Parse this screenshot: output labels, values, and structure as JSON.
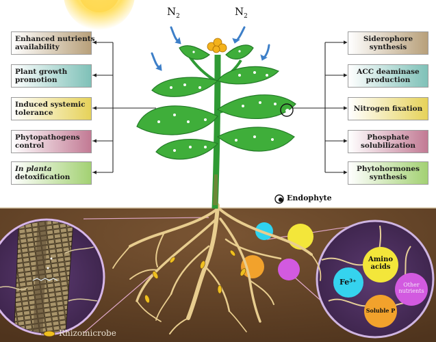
{
  "atmosphere": {
    "gas_label": "N",
    "gas_subscript": "2"
  },
  "left_boxes": [
    {
      "line1": "Enhanced nutrients",
      "line2": "availability",
      "color": "#b8a07a"
    },
    {
      "line1": "Plant growth",
      "line2": "promotion",
      "color": "#7fc1b8"
    },
    {
      "line1": "Induced systemic",
      "line2": "tolerance",
      "color": "#e6d25a"
    },
    {
      "line1": "Phytopathogens",
      "line2": "control",
      "color": "#c27a94"
    },
    {
      "line1_italic": "In planta",
      "line2": "detoxification",
      "color": "#a3d173"
    }
  ],
  "right_boxes": [
    {
      "line1": "Siderophore",
      "line2": "synthesis",
      "color": "#b8a07a"
    },
    {
      "line1": "ACC deaminase",
      "line2": "production",
      "color": "#7fc1b8"
    },
    {
      "line1": "Nitrogen fixation",
      "line2": "",
      "color": "#e6d25a"
    },
    {
      "line1": "Phosphate",
      "line2": "solubilization",
      "color": "#c27a94"
    },
    {
      "line1": "Phytohormones",
      "line2": "synthesis",
      "color": "#a3d173"
    }
  ],
  "legend": {
    "endophyte": "Endophyte",
    "rhizomicrobe": "Rhizomicrobe"
  },
  "nutrients": {
    "amino_line1": "Amino",
    "amino_line2": "acids",
    "iron": "Fe³⁺",
    "other_line1": "Other",
    "other_line2": "nutrients",
    "soluble_p": "Soluble P"
  },
  "colors": {
    "soil": "#6b4a2c",
    "leaf": "#3fae3a",
    "root": "#e8cd8f",
    "zoom": "#4a2e5c"
  }
}
